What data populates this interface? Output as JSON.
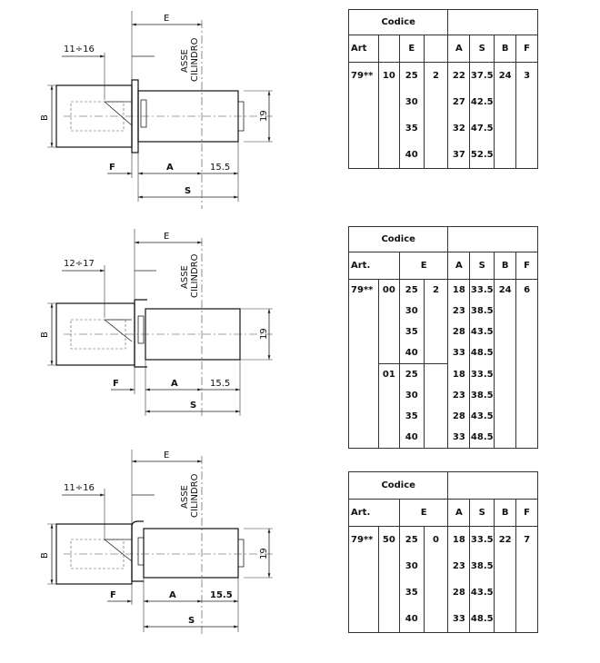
{
  "drawings": [
    {
      "e_label": "E",
      "axis_label_1": "ASSE",
      "axis_label_2": "CILINDRO",
      "range_label": "11÷16",
      "b_label": "B",
      "f_label": "F",
      "a_label": "A",
      "offset_label": "15.5",
      "s_label": "S",
      "height_label": "19"
    },
    {
      "e_label": "E",
      "axis_label_1": "ASSE",
      "axis_label_2": "CILINDRO",
      "range_label": "12÷17",
      "b_label": "B",
      "f_label": "F",
      "a_label": "A",
      "offset_label": "15.5",
      "s_label": "S",
      "height_label": "19"
    },
    {
      "e_label": "E",
      "axis_label_1": "ASSE",
      "axis_label_2": "CILINDRO",
      "range_label": "11÷16",
      "b_label": "B",
      "f_label": "F",
      "a_label": "A",
      "offset_label": "15.5",
      "s_label": "S",
      "height_label": "19"
    }
  ],
  "tables": [
    {
      "codice": "Codice",
      "headers": {
        "art": "Art",
        "e": "E",
        "a": "A",
        "s": "S",
        "b": "B",
        "f": "F"
      },
      "art": "79**",
      "code": "10",
      "suffix": "2",
      "b": "24",
      "f": "3",
      "rows": [
        {
          "e": "25",
          "a": "22",
          "s": "37.5"
        },
        {
          "e": "30",
          "a": "27",
          "s": "42.5"
        },
        {
          "e": "35",
          "a": "32",
          "s": "47.5"
        },
        {
          "e": "40",
          "a": "37",
          "s": "52.5"
        }
      ]
    },
    {
      "codice": "Codice",
      "headers": {
        "art": "Art.",
        "e": "E",
        "a": "A",
        "s": "S",
        "b": "B",
        "f": "F"
      },
      "art": "79**",
      "code": "00",
      "code2": "01",
      "suffix": "2",
      "b": "24",
      "f": "6",
      "rows": [
        {
          "e": "25",
          "a": "18",
          "s": "33.5"
        },
        {
          "e": "30",
          "a": "23",
          "s": "38.5"
        },
        {
          "e": "35",
          "a": "28",
          "s": "43.5"
        },
        {
          "e": "40",
          "a": "33",
          "s": "48.5"
        },
        {
          "e": "25",
          "a": "18",
          "s": "33.5"
        },
        {
          "e": "30",
          "a": "23",
          "s": "38.5"
        },
        {
          "e": "35",
          "a": "28",
          "s": "43.5"
        },
        {
          "e": "40",
          "a": "33",
          "s": "48.5"
        }
      ]
    },
    {
      "codice": "Codice",
      "headers": {
        "art": "Art.",
        "e": "E",
        "a": "A",
        "s": "S",
        "b": "B",
        "f": "F"
      },
      "art": "79**",
      "code": "50",
      "suffix": "0",
      "b": "22",
      "f": "7",
      "rows": [
        {
          "e": "25",
          "a": "18",
          "s": "33.5"
        },
        {
          "e": "30",
          "a": "23",
          "s": "38.5"
        },
        {
          "e": "35",
          "a": "28",
          "s": "43.5"
        },
        {
          "e": "40",
          "a": "33",
          "s": "48.5"
        }
      ]
    }
  ]
}
